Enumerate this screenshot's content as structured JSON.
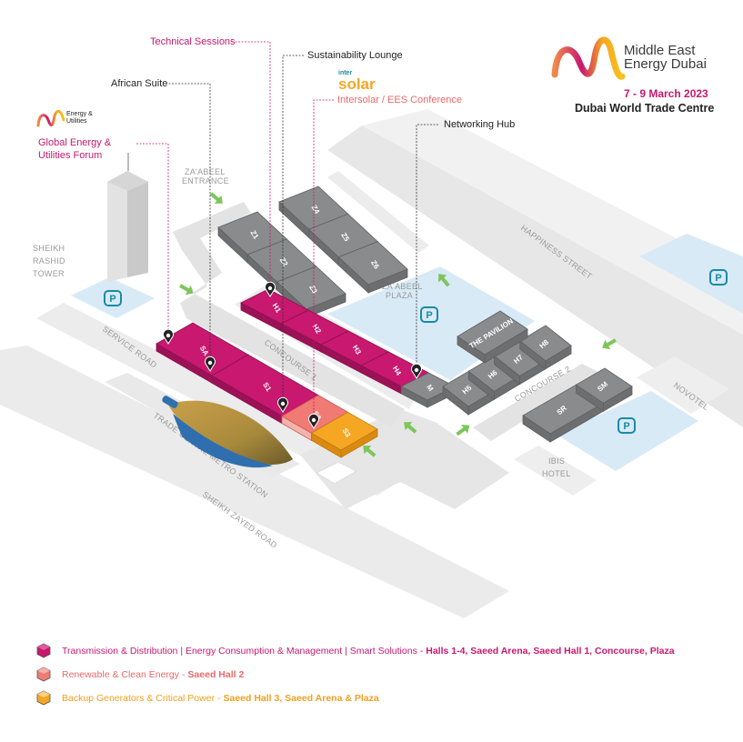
{
  "header": {
    "brand_line1": "Middle East",
    "brand_line2a": "Energy",
    "brand_line2b": "Dubai",
    "dates": "7 - 9 March 2023",
    "venue": "Dubai World Trade Centre"
  },
  "callouts": {
    "technical_sessions": "Technical Sessions",
    "sustainability_lounge": "Sustainability Lounge",
    "african_suite": "African Suite",
    "intersolar_logo_inter": "inter",
    "intersolar_logo_solar": "solar",
    "intersolar": "Intersolar / EES Conference",
    "networking_hub": "Networking Hub",
    "eu_logo_text": "Energy & Utilities",
    "global_forum_line1": "Global Energy &",
    "global_forum_line2": "Utilities Forum"
  },
  "halls": {
    "Z1": "Z1",
    "Z2": "Z2",
    "Z3": "Z3",
    "Z4": "Z4",
    "Z5": "Z5",
    "Z6": "Z6",
    "H1": "H1",
    "H2": "H2",
    "H3": "H3",
    "H4": "H4",
    "M": "M",
    "SA": "SA",
    "S1": "S1",
    "S2": "S2",
    "S3": "S3",
    "H5": "H5",
    "H6": "H6",
    "H7": "H7",
    "H8": "H8",
    "PAV": "THE PAVILION",
    "SR": "SR",
    "SM": "SM"
  },
  "places": {
    "service_road": "SERVICE ROAD",
    "sheikh_zayed_road": "SHEIKH ZAYED ROAD",
    "happiness_street": "HAPPINESS STREET",
    "concourse1": "CONCOURSE 1",
    "concourse2": "CONCOURSE 2",
    "novotel": "NOVOTEL",
    "ibis1": "IBIS",
    "ibis2": "HOTEL",
    "tower1": "SHEIKH",
    "tower2": "RASHID",
    "tower3": "TOWER",
    "metro": "TRADE CENTRE METRO STATION",
    "plaza1": "ZA'ABEEL",
    "plaza2": "PLAZA",
    "entrance1": "ZA'ABEEL",
    "entrance2": "ENTRANCE",
    "parking": "P"
  },
  "legend": [
    {
      "name": "Transmission & Distribution | Energy Consumption & Management | Smart Solutions - ",
      "where": "Halls 1-4, Saeed Arena, Saeed Hall 1, Concourse, Plaza",
      "color": "#c8186f"
    },
    {
      "name": "Renewable & Clean Energy - ",
      "where": "Saeed Hall 2",
      "color": "#ea6a6a"
    },
    {
      "name": "Backup Generators & Critical Power - ",
      "where": "Saeed Hall 3, Saeed Arena & Plaza",
      "color": "#f0a020"
    }
  ],
  "colors": {
    "pink": "#c8186f",
    "salmon": "#f07a74",
    "orange": "#f5a623",
    "grey": "#8a8b8d",
    "parking": "#d8eaf6",
    "arrow": "#7dc55a"
  }
}
